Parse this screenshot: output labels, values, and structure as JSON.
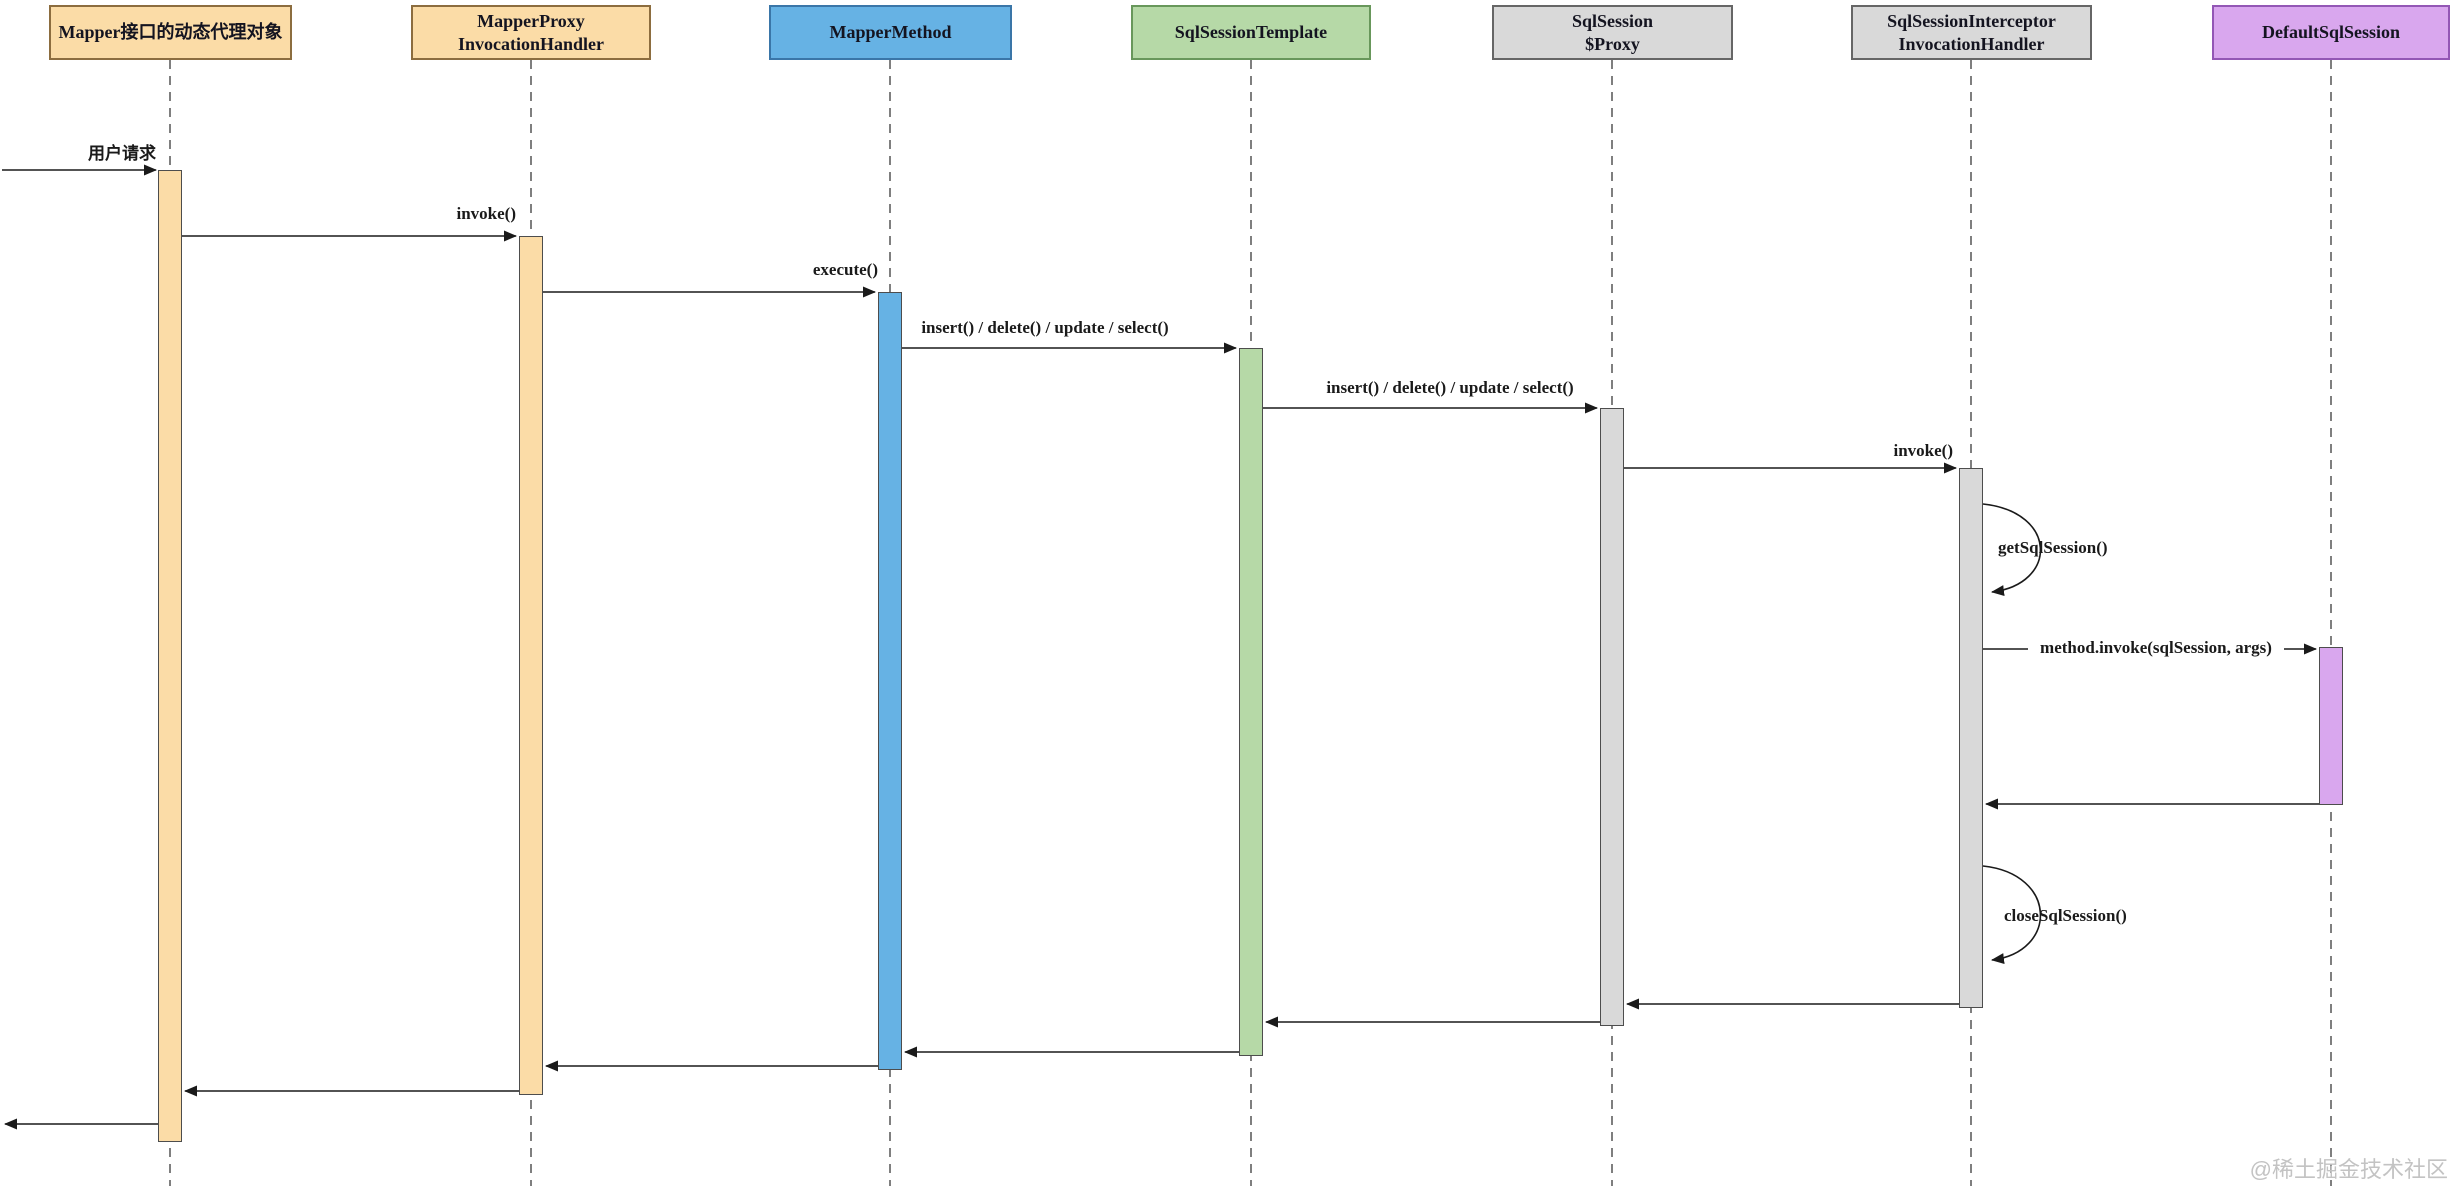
{
  "diagram": {
    "kind": "uml-sequence-diagram",
    "background": "#ffffff"
  },
  "participants": [
    {
      "label": "Mapper接口的动态代理对象",
      "fill": "#fbdca7",
      "stroke": "#8c6d3f"
    },
    {
      "label": "MapperProxy\nInvocationHandler",
      "fill": "#fbdca7",
      "stroke": "#8c6d3f"
    },
    {
      "label": "MapperMethod",
      "fill": "#66b2e4",
      "stroke": "#3a76a8"
    },
    {
      "label": "SqlSessionTemplate",
      "fill": "#b6d9a7",
      "stroke": "#68975b"
    },
    {
      "label": "SqlSession\n$Proxy",
      "fill": "#d9d9d9",
      "stroke": "#666666"
    },
    {
      "label": "SqlSessionInterceptor\nInvocationHandler",
      "fill": "#d9d9d9",
      "stroke": "#666666"
    },
    {
      "label": "DefaultSqlSession",
      "fill": "#d9a7ee",
      "stroke": "#9357b5"
    }
  ],
  "messages": [
    {
      "label": "用户请求",
      "from": "external",
      "to": "Mapper接口的动态代理对象",
      "type": "call"
    },
    {
      "label": "invoke()",
      "from": "Mapper接口的动态代理对象",
      "to": "MapperProxy InvocationHandler",
      "type": "call"
    },
    {
      "label": "execute()",
      "from": "MapperProxy InvocationHandler",
      "to": "MapperMethod",
      "type": "call"
    },
    {
      "label": "insert() / delete() / update / select()",
      "from": "MapperMethod",
      "to": "SqlSessionTemplate",
      "type": "call"
    },
    {
      "label": "insert() / delete() / update / select()",
      "from": "SqlSessionTemplate",
      "to": "SqlSession $Proxy",
      "type": "call"
    },
    {
      "label": "invoke()",
      "from": "SqlSession $Proxy",
      "to": "SqlSessionInterceptor InvocationHandler",
      "type": "call"
    },
    {
      "label": "getSqlSession()",
      "from": "SqlSessionInterceptor InvocationHandler",
      "to": "SqlSessionInterceptor InvocationHandler",
      "type": "self-call"
    },
    {
      "label": "method.invoke(sqlSession, args)",
      "from": "SqlSessionInterceptor InvocationHandler",
      "to": "DefaultSqlSession",
      "type": "call"
    },
    {
      "label": "closeSqlSession()",
      "from": "SqlSessionInterceptor InvocationHandler",
      "to": "SqlSessionInterceptor InvocationHandler",
      "type": "self-call"
    }
  ],
  "watermark": {
    "text": "@稀土掘金技术社区"
  }
}
